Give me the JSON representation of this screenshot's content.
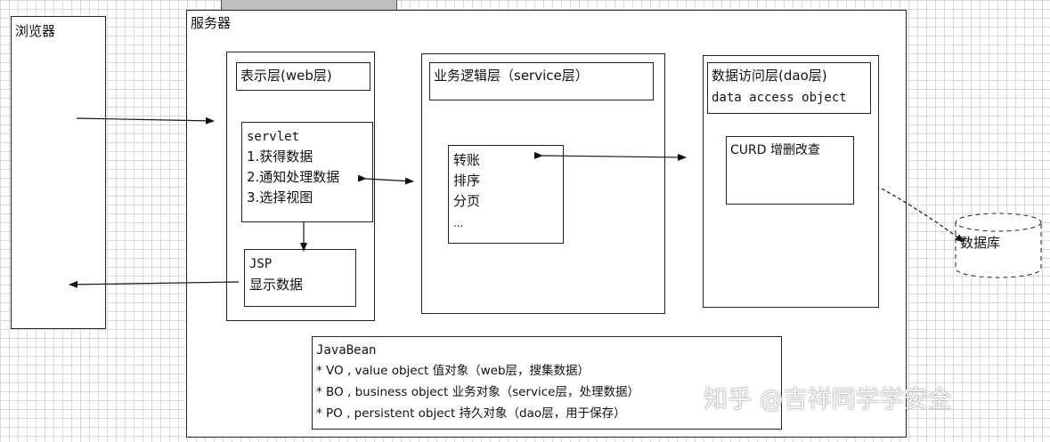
{
  "browser": {
    "title": "浏览器"
  },
  "server": {
    "title": "服务器"
  },
  "presentation": {
    "title": "表示层(web层)",
    "servlet": {
      "name": "servlet",
      "steps": [
        "1.获得数据",
        "2.通知处理数据",
        "3.选择视图"
      ]
    },
    "jsp": {
      "name": "JSP",
      "desc": "显示数据"
    }
  },
  "service": {
    "title": "业务逻辑层（service层）",
    "items": [
      "转账",
      "排序",
      "分页",
      "..."
    ]
  },
  "dao": {
    "title": "数据访问层(dao层)",
    "subtitle": "data access object",
    "crud": "CURD 增删改查"
  },
  "database": {
    "label": "数据库"
  },
  "javabean": {
    "title": "JavaBean",
    "lines": [
      "* VO , value object 值对象（web层，搜集数据）",
      "* BO , business object 业务对象（service层，处理数据）",
      "* PO , persistent object 持久对象（dao层，用于保存）"
    ]
  },
  "watermark": "知乎 @吉祥同学学安全"
}
